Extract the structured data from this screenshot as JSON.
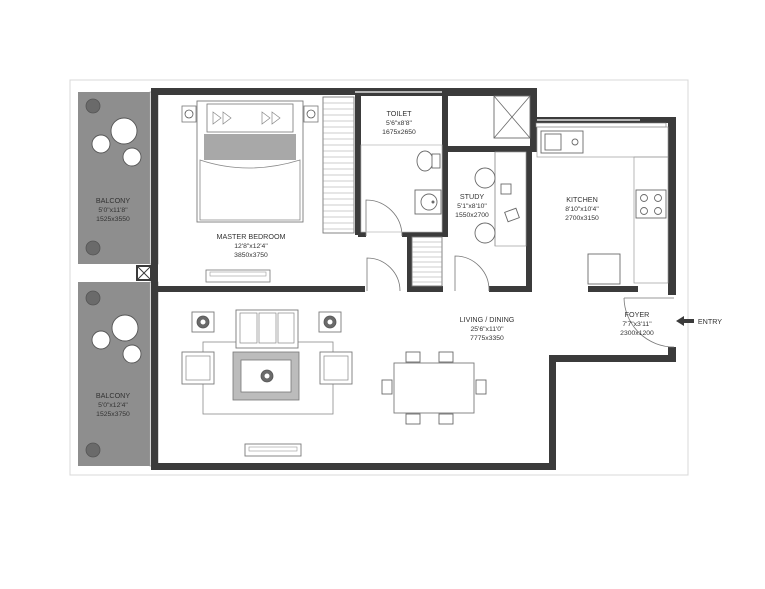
{
  "plan": {
    "rooms": [
      {
        "key": "balcony_top",
        "name": "BALCONY",
        "dim_ft": "5'0\"x11'8\"",
        "dim_mm": "1525x3550"
      },
      {
        "key": "master_bedroom",
        "name": "MASTER BEDROOM",
        "dim_ft": "12'8\"x12'4\"",
        "dim_mm": "3850x3750"
      },
      {
        "key": "toilet",
        "name": "TOILET",
        "dim_ft": "5'6\"x8'8\"",
        "dim_mm": "1675x2650"
      },
      {
        "key": "study",
        "name": "STUDY",
        "dim_ft": "5'1\"x8'10\"",
        "dim_mm": "1550x2700"
      },
      {
        "key": "kitchen",
        "name": "KITCHEN",
        "dim_ft": "8'10\"x10'4\"",
        "dim_mm": "2700x3150"
      },
      {
        "key": "living_dining",
        "name": "LIVING / DINING",
        "dim_ft": "25'6\"x11'0\"",
        "dim_mm": "7775x3350"
      },
      {
        "key": "foyer",
        "name": "FOYER",
        "dim_ft": "7'7\"x3'11\"",
        "dim_mm": "2300x1200"
      },
      {
        "key": "balcony_bottom",
        "name": "BALCONY",
        "dim_ft": "5'0\"x12'4\"",
        "dim_mm": "1525x3750"
      }
    ],
    "entry_label": "ENTRY",
    "colors": {
      "wall": "#3b3b3b",
      "balcony": "#8e8e8e",
      "outline": "#d8d8d8",
      "furniture": "#7a7a7a"
    }
  }
}
